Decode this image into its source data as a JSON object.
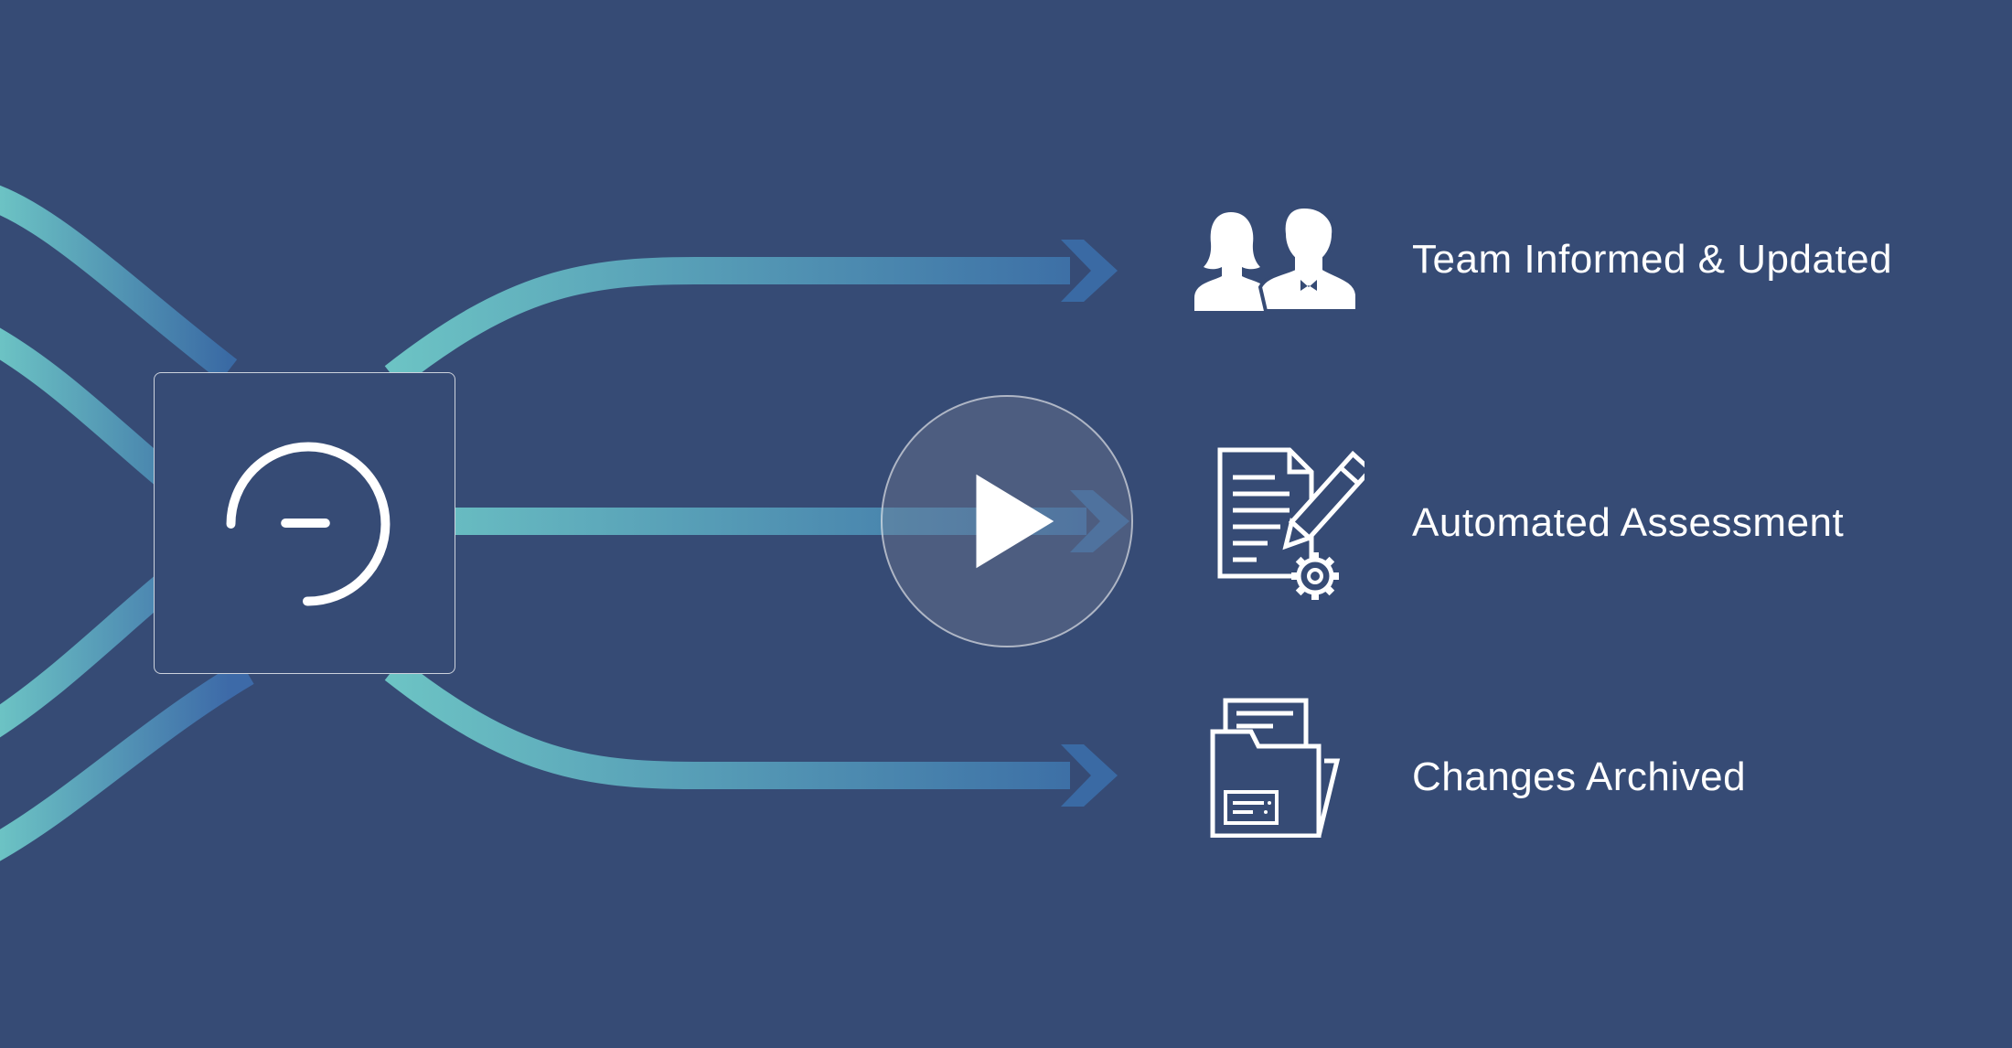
{
  "outcomes": [
    {
      "label": "Team Informed & Updated",
      "icon": "team-icon"
    },
    {
      "label": "Automated Assessment",
      "icon": "document-edit-gear-icon"
    },
    {
      "label": "Changes Archived",
      "icon": "archive-folder-icon"
    }
  ],
  "hub": {
    "icon": "circular-logo-icon"
  },
  "play": {
    "icon": "play-icon"
  },
  "colors": {
    "background": "#364b75",
    "flow_start": "#6cc3c4",
    "flow_end": "#3a6aa4",
    "icon": "#ffffff",
    "text": "#ffffff"
  }
}
